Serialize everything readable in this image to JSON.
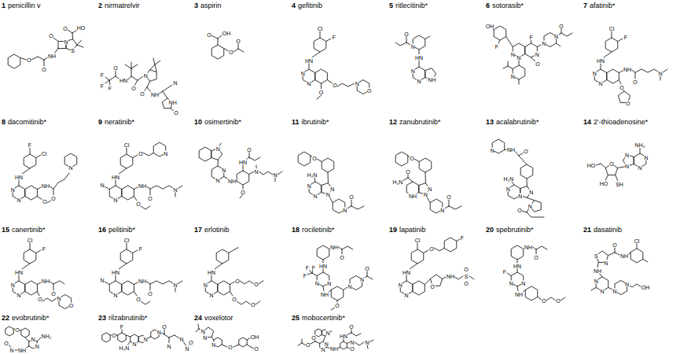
{
  "diagram": {
    "labels": [
      "1",
      "penicillin v",
      "O",
      "O",
      "NH",
      "O",
      "N",
      "S",
      "O",
      "HO",
      "2",
      "nirmatrelvir",
      "F",
      "F",
      "F",
      "O",
      "HN",
      "O",
      "N",
      "O",
      "NH",
      "N",
      "NH",
      "O",
      "3",
      "aspirin",
      "O",
      "OH",
      "O",
      "O",
      "4",
      "gefitinib",
      "HN",
      "Cl",
      "F",
      "N",
      "N",
      "O",
      "N",
      "O",
      "O",
      "5",
      "ritlecitinib*",
      "O",
      "N",
      "HN",
      "N",
      "N",
      "NH",
      "6",
      "sotorasib*",
      "OH",
      "F",
      "N",
      "N",
      "N",
      "O",
      "F",
      "N",
      "N",
      "O",
      "N",
      "7",
      "afatinib*",
      "HN",
      "Cl",
      "F",
      "N",
      "N",
      "NH",
      "O",
      "N",
      "O",
      "O",
      "8",
      "dacomitinib*",
      "HN",
      "F",
      "Cl",
      "N",
      "N",
      "NH",
      "O",
      "N",
      "O",
      "9",
      "neratinib*",
      "HN",
      "Cl",
      "O",
      "N",
      "N",
      "N",
      "NH",
      "O",
      "N",
      "O",
      "10",
      "osimertinib*",
      "N",
      "N",
      "N",
      "NH",
      "HN",
      "O",
      "N",
      "N",
      "O",
      "11",
      "ibrutinib*",
      "O",
      "H₂N",
      "N",
      "N",
      "N",
      "N",
      "N",
      "O",
      "12",
      "zanubrutinib*",
      "O",
      "O",
      "H₂N",
      "NH",
      "N",
      "N",
      "N",
      "O",
      "13",
      "acalabrutinib*",
      "N",
      "NH",
      "O",
      "H₂N",
      "N",
      "N",
      "N",
      "N",
      "O",
      "14",
      "2'-thioadenosine*",
      "HO",
      "O",
      "HO",
      "SH",
      "N",
      "N",
      "NH₂",
      "N",
      "N",
      "15",
      "canertinib*",
      "HN",
      "Cl",
      "F",
      "N",
      "N",
      "NH",
      "O",
      "O",
      "N",
      "O",
      "16",
      "pelitinib*",
      "HN",
      "Cl",
      "F",
      "N",
      "N",
      "NH",
      "O",
      "N",
      "O",
      "17",
      "erlotinib",
      "HN",
      "N",
      "N",
      "O",
      "O",
      "O",
      "O",
      "18",
      "rociletinib*",
      "NH",
      "O",
      "HN",
      "F",
      "F",
      "F",
      "N",
      "N",
      "NH",
      "O",
      "N",
      "N",
      "O",
      "19",
      "lapatinib",
      "HN",
      "Cl",
      "O",
      "N",
      "N",
      "F",
      "O",
      "NH",
      "S",
      "O",
      "O",
      "20",
      "spebrutinib*",
      "NH",
      "O",
      "HN",
      "F",
      "N",
      "N",
      "NH",
      "O",
      "O",
      "21",
      "dasatinib",
      "S",
      "N",
      "O",
      "NH",
      "Cl",
      "NH",
      "N",
      "N",
      "N",
      "N",
      "OH",
      "22",
      "evobrutinib*",
      "O",
      "NH₂",
      "N",
      "N",
      "NH",
      "N",
      "O",
      "23",
      "rilzabrutinib*",
      "O",
      "F",
      "H₂N",
      "N",
      "N",
      "N",
      "O",
      "N",
      "N",
      "N",
      "O",
      "24",
      "voxelotor",
      "N",
      "N",
      "N",
      "O",
      "OH",
      "O",
      "25",
      "mobocertinib*",
      "N",
      "O",
      "O",
      "N",
      "N",
      "NH",
      "HN",
      "O",
      "N",
      "N",
      "O"
    ]
  }
}
